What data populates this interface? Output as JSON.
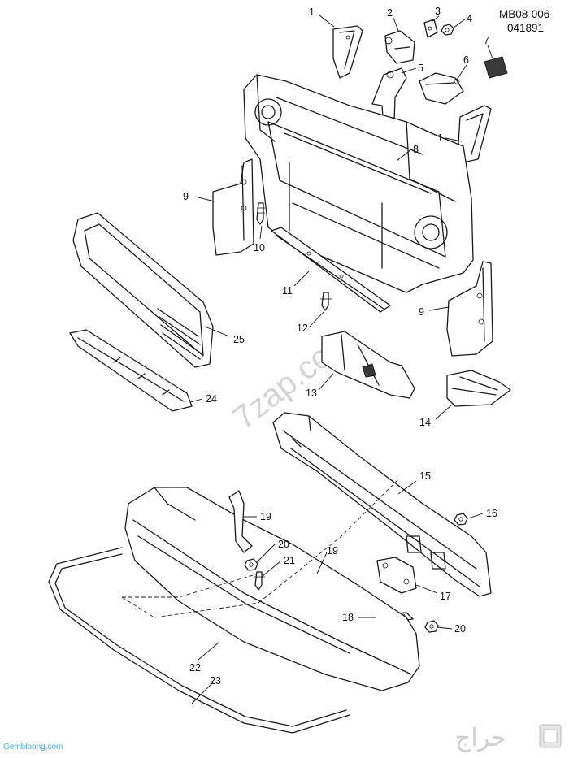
{
  "header": {
    "code": "MB08-006",
    "date": "041891"
  },
  "watermark": "7zap.com",
  "footer": {
    "site": "Gembloong.com",
    "logo_text": "حراج"
  },
  "callouts": [
    "1",
    "2",
    "3",
    "4",
    "5",
    "6",
    "7",
    "1",
    "8",
    "9",
    "10",
    "11",
    "12",
    "9",
    "25",
    "13",
    "14",
    "24",
    "15",
    "16",
    "19",
    "20",
    "21",
    "19",
    "17",
    "18",
    "20",
    "22",
    "23"
  ]
}
